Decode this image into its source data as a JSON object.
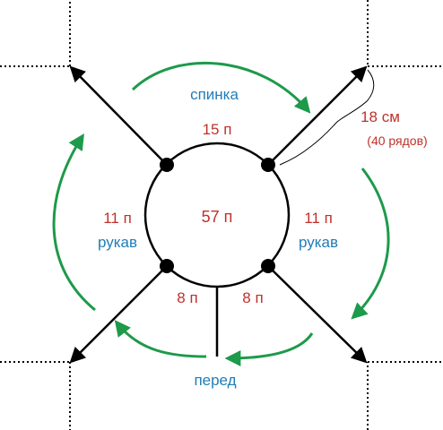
{
  "colors": {
    "count_text": "#c0312b",
    "part_text": "#1f7db8",
    "arrow_green": "#1d9a4a",
    "line": "#000000"
  },
  "labels": {
    "back": "спинка",
    "back_count": "15 п",
    "center_count": "57 п",
    "left_sleeve_count": "11 п",
    "left_sleeve": "рукав",
    "right_sleeve_count": "11 п",
    "right_sleeve": "рукав",
    "front_left_count": "8 п",
    "front_right_count": "8 п",
    "front": "перед",
    "raglan_length": "18 см",
    "raglan_rows": "(40 рядов)"
  }
}
